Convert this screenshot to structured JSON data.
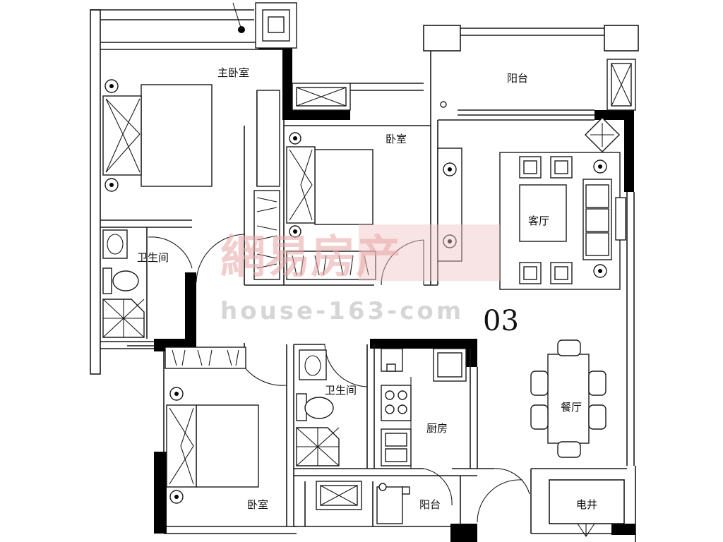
{
  "rooms": {
    "master_bedroom": "主卧室",
    "bedroom_north": "卧室",
    "balcony_north": "阳台",
    "living_room": "客厅",
    "bathroom_west": "卫生间",
    "bathroom_south": "卫生间",
    "kitchen": "厨房",
    "dining_room": "餐厅",
    "bedroom_south": "卧室",
    "balcony_south": "阳台",
    "electric_shaft": "电井"
  },
  "unit_number": "03",
  "watermark": {
    "brand": "網易房产",
    "site": "house-163-com"
  }
}
